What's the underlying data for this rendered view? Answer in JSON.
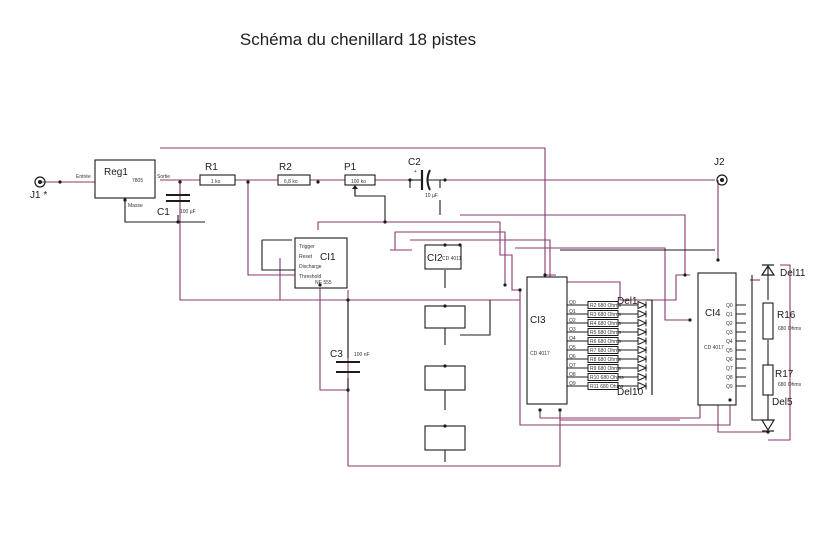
{
  "title": "Schéma du chenillard 18 pistes",
  "colors": {
    "wire_main": "#8a3a6e",
    "wire_signal": "#1c1c1c",
    "background": "#ffffff"
  },
  "connectors": [
    {
      "id": "J1",
      "label": "J1 *"
    },
    {
      "id": "J2",
      "label": "J2"
    }
  ],
  "regulator": {
    "label": "Reg1",
    "part": "7805",
    "pin_in": "Entrée",
    "pin_out": "Sortie",
    "pin_gnd": "Masse"
  },
  "passives": [
    {
      "id": "C1",
      "label": "C1",
      "value": "100 µF"
    },
    {
      "id": "R1",
      "label": "R1",
      "value": "1 ko"
    },
    {
      "id": "R2",
      "label": "R2",
      "value": "6,8 ko"
    },
    {
      "id": "P1",
      "label": "P1",
      "value": "100 ko"
    },
    {
      "id": "C2",
      "label": "C2",
      "value": "10 µF"
    },
    {
      "id": "C3",
      "label": "C3",
      "value": "100 nF"
    },
    {
      "id": "R16",
      "label": "R16",
      "value": "680 Ohms"
    },
    {
      "id": "R17",
      "label": "R17",
      "value": "680 Ohms"
    }
  ],
  "ics": {
    "ci1": {
      "label": "CI1",
      "part": "NE 555",
      "pins": [
        "Trigger",
        "Reset",
        "Discharge",
        "Threshold"
      ]
    },
    "ci2": {
      "label": "CI2",
      "part": "CD 4011"
    },
    "ci3": {
      "label": "CI3",
      "part": "CD 4017"
    },
    "ci4": {
      "label": "CI4",
      "part": "CD 4017"
    },
    "ci3_pins": [
      "Q0",
      "Q1",
      "Q2",
      "Q3",
      "Q4",
      "Q5",
      "Q6",
      "Q7",
      "Q8",
      "Q9"
    ],
    "ci4_pins": [
      "Q0",
      "Q1",
      "Q2",
      "Q3",
      "Q4",
      "Q5",
      "Q6",
      "Q7",
      "Q8",
      "Q9"
    ]
  },
  "resistor_array": {
    "labels": [
      "R2",
      "R3",
      "R4",
      "R5",
      "R6",
      "R7",
      "R8",
      "R9",
      "R10",
      "R11"
    ],
    "value": "680 Ohms"
  },
  "leds": {
    "top_label": "Del1",
    "bottom_label": "Del10",
    "right_top": "Del11",
    "right_bottom": "Del5"
  }
}
